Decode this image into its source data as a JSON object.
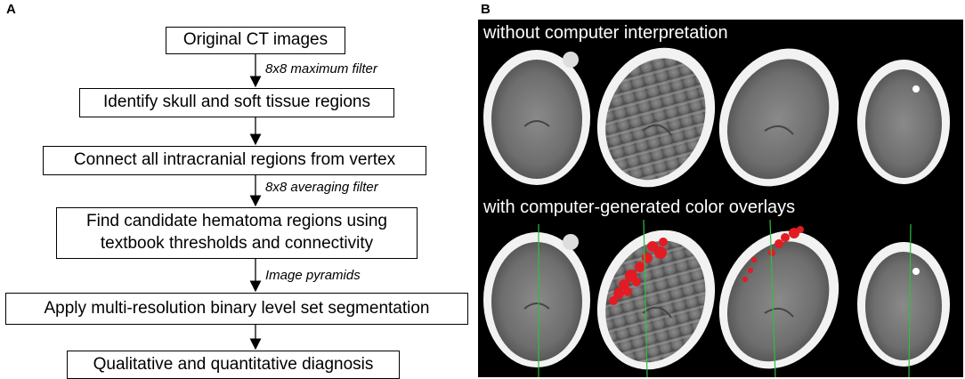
{
  "panel_a": {
    "label": "A",
    "steps": [
      "Original CT images",
      "Identify skull and soft tissue regions",
      "Connect all intracranial regions from vertex",
      "Find candidate hematoma regions using\ntextbook thresholds and connectivity",
      "Apply multi-resolution binary level set segmentation",
      "Qualitative and quantitative diagnosis"
    ],
    "edge_labels": [
      "8x8 maximum filter",
      "8x8 averaging filter",
      "Image pyramids"
    ]
  },
  "panel_b": {
    "label": "B",
    "caption_top": "without computer interpretation",
    "caption_bottom": "with computer-generated color overlays",
    "colors": {
      "background": "#000000",
      "overlay": "#e31b23",
      "midline": "#2fbf3f"
    }
  }
}
